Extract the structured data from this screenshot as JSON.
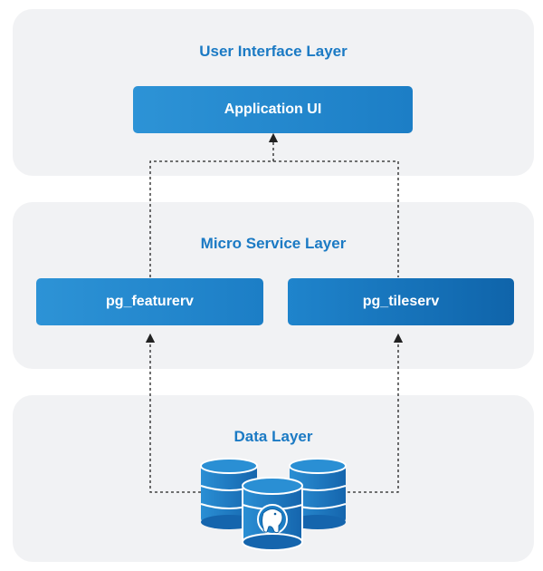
{
  "layers": {
    "ui": {
      "title": "User Interface Layer",
      "box": "Application UI"
    },
    "micro": {
      "title": "Micro Service Layer",
      "left_box": "pg_featurerv",
      "right_box": "pg_tileserv"
    },
    "data": {
      "title": "Data Layer",
      "database_icon": "postgresql-database-icon"
    }
  },
  "colors": {
    "background_panel": "#f1f2f4",
    "title_text": "#1b7ac4",
    "box_blue": "#1f85cb",
    "box_blue_dark": "#1068ad",
    "connector": "#222222"
  }
}
